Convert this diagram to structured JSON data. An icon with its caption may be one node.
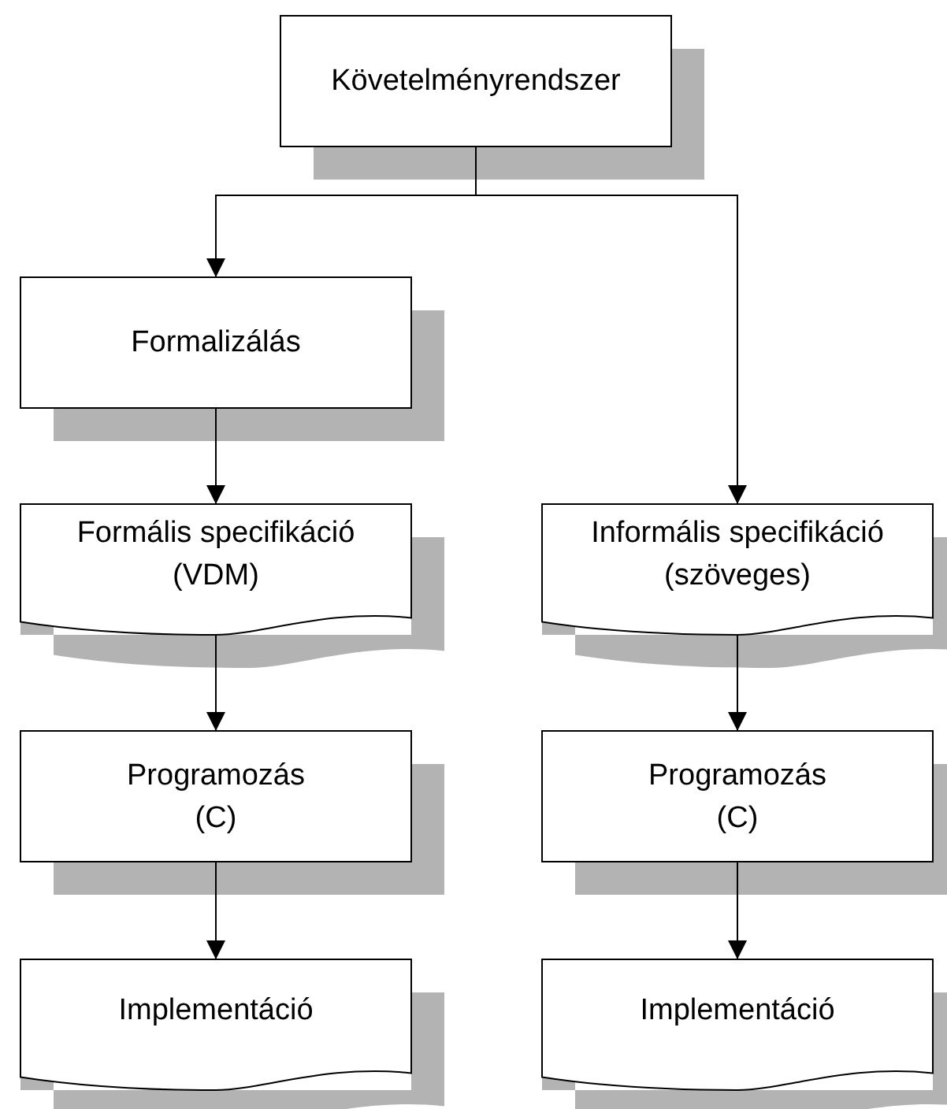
{
  "diagram": {
    "nodes": [
      {
        "text": [
          "Követelményrendszer"
        ]
      },
      {
        "text": [
          "Formalizálás"
        ]
      },
      {
        "text": [
          "Formális specifikáció (VDM)"
        ]
      },
      {
        "text": [
          "Informális specifikáció (szöveges)"
        ]
      },
      {
        "text": [
          "Programozás (C)"
        ]
      },
      {
        "text": [
          "Programozás (C)"
        ]
      },
      {
        "text": [
          "Implementáció"
        ]
      },
      {
        "text": [
          "Implementáció"
        ]
      }
    ],
    "edges": [
      {
        "from": 0,
        "to": 1,
        "arrow": "to"
      },
      {
        "from": 0,
        "to": 3,
        "arrow": "to"
      },
      {
        "from": 1,
        "to": 2,
        "arrow": "to"
      },
      {
        "from": 2,
        "to": 4,
        "arrow": "to"
      },
      {
        "from": 3,
        "to": 5,
        "arrow": "to"
      },
      {
        "from": 4,
        "to": 6,
        "arrow": "to"
      },
      {
        "from": 5,
        "to": 7,
        "arrow": "to"
      }
    ]
  }
}
